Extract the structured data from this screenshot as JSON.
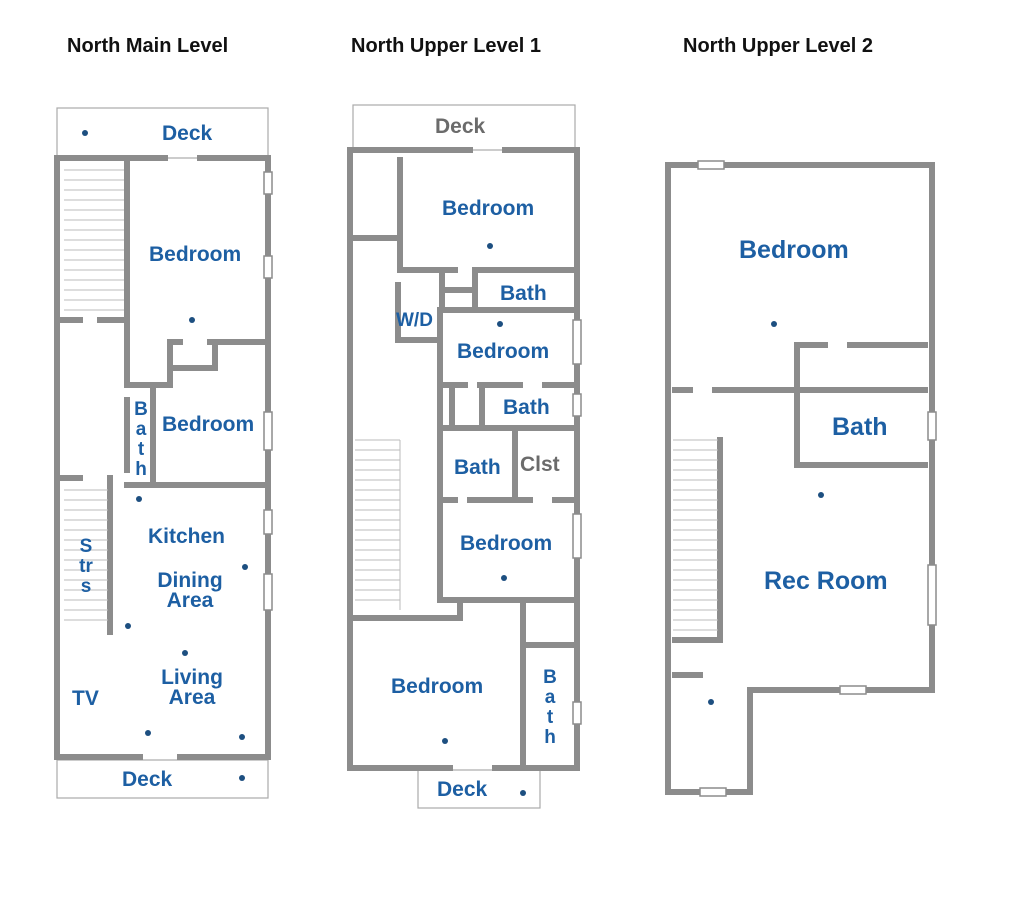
{
  "levels": [
    {
      "title": "North Main Level",
      "rooms": [
        "Deck",
        "Bedroom",
        "Bedroom",
        "Bath",
        "Kitchen",
        "Dining Area",
        "Living Area",
        "Strs",
        "TV",
        "Deck"
      ]
    },
    {
      "title": "North Upper Level 1",
      "rooms": [
        "Deck",
        "Bedroom",
        "Bath",
        "W/D",
        "Bedroom",
        "Bath",
        "Bath",
        "Clst",
        "Bedroom",
        "Bedroom",
        "Bath",
        "Deck"
      ]
    },
    {
      "title": "North Upper Level 2",
      "rooms": [
        "Bedroom",
        "Bath",
        "Rec Room"
      ]
    }
  ],
  "colors": {
    "wall": "#8c8c8c",
    "label": "#1d5fa3",
    "label_gray": "#6b6b6b"
  }
}
